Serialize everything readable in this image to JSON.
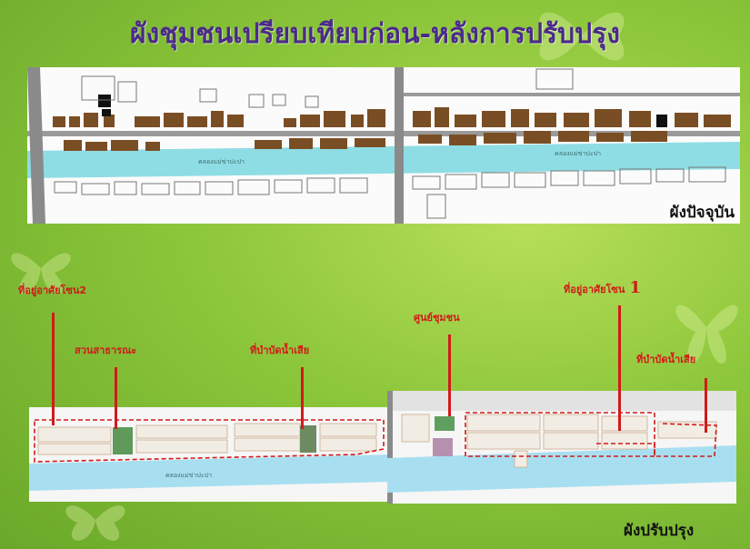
{
  "title": "ผังชุมชนเปรียบเทียบก่อน-หลังการปรับปรุง",
  "top_map": {
    "caption": "ผังปัจจุบัน",
    "canal_label_left": "คลองแม่ข่าปะปา",
    "canal_label_right": "คลองแม่ข่าปะปา"
  },
  "bottom_map": {
    "caption": "ผังปรับปรุง",
    "canal_label": "คลองแม่ข่าปะปา",
    "labels": {
      "zone2": "ที่อยู่อาศัยโซน2",
      "park": "สวนสาธารณะ",
      "treatment_left": "ที่บำบัดน้ำเสีย",
      "community_center": "ศูนย์ชุมชน",
      "zone1": "ที่อยู่อาศัยโซน",
      "zone1_number": "1",
      "treatment_right": "ที่บำบัดน้ำเสีย"
    }
  },
  "colors": {
    "background": "#8cc63a",
    "title": "#4b2a8a",
    "canal": "#8fdde4",
    "house": "#7a4e24",
    "label": "#d11a1a"
  }
}
